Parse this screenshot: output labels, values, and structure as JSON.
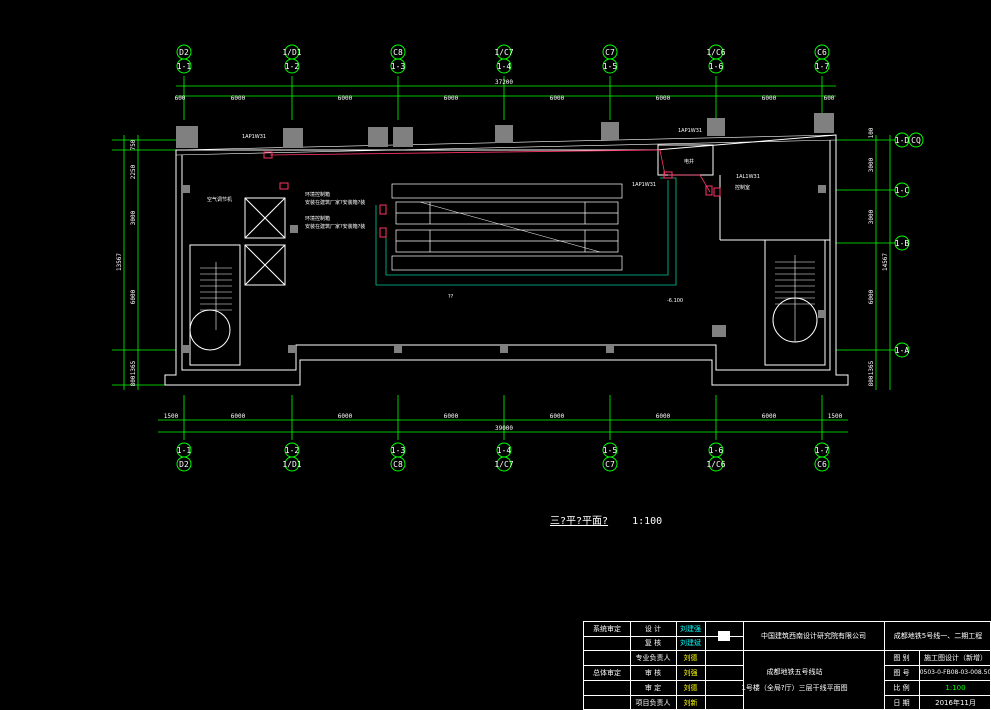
{
  "drawing": {
    "title": "三?平?平面?",
    "scale": "1:100",
    "overall_top_dim": "37200",
    "overall_bottom_dim": "39000",
    "overall_left_dim": "13567",
    "overall_right_dim": "14567",
    "top_dims": [
      "600",
      "6000",
      "6000",
      "6000",
      "6000",
      "6000",
      "6000",
      "600"
    ],
    "bottom_dims": [
      "1500",
      "6000",
      "6000",
      "6000",
      "6000",
      "6000",
      "6000",
      "1500"
    ],
    "left_dims": [
      "750",
      "2250",
      "3000",
      "6000",
      "1365",
      "800"
    ],
    "right_dims": [
      "100",
      "3000",
      "3000",
      "6000",
      "1365",
      "800"
    ],
    "axes_top": [
      {
        "upper": "D2",
        "lower": "1-1"
      },
      {
        "upper": "1/D1",
        "lower": "1-2"
      },
      {
        "upper": "C8",
        "lower": "1-3"
      },
      {
        "upper": "1/C7",
        "lower": "1-4"
      },
      {
        "upper": "C7",
        "lower": "1-5"
      },
      {
        "upper": "1/C6",
        "lower": "1-6"
      },
      {
        "upper": "C6",
        "lower": "1-7"
      }
    ],
    "axes_bottom": [
      {
        "upper": "1-1",
        "lower": "D2"
      },
      {
        "upper": "1-2",
        "lower": "1/D1"
      },
      {
        "upper": "1-3",
        "lower": "C8"
      },
      {
        "upper": "1-4",
        "lower": "1/C7"
      },
      {
        "upper": "1-5",
        "lower": "C7"
      },
      {
        "upper": "1-6",
        "lower": "1/C6"
      },
      {
        "upper": "1-7",
        "lower": "C6"
      }
    ],
    "axes_right": [
      "1-D",
      "CQ",
      "1-C",
      "1-B",
      "1-A"
    ],
    "labels": {
      "panel_1": "1AP1W31",
      "panel_2": "1AP1W31",
      "panel_3": "1AP1W31",
      "panel_4": "1AL1W31",
      "equip_1": "环境控制箱",
      "equip_1b": "安装在建筑厂家?安装箱?装",
      "equip_2": "环境控制箱",
      "equip_2b": "安装在建筑厂家?安装箱?装",
      "room_left": "空气调节机",
      "room_right": "控制室",
      "room_small": "电井",
      "center": "??",
      "level": "-6.100"
    }
  },
  "title_block": {
    "r1": [
      "系统审定",
      "设  计",
      "刘建强"
    ],
    "r2": [
      "",
      "复  核",
      "刘建斌"
    ],
    "r3": [
      "",
      "专业负责人",
      "刘德"
    ],
    "r4": [
      "总体审定",
      "审  核",
      "刘强"
    ],
    "r5": [
      "",
      "审  定",
      "刘德"
    ],
    "r6": [
      "",
      "项目负责人",
      "刘新"
    ],
    "company": "中国建筑西南设计研究院有限公司",
    "project": "成都地铁5号线一、二期工程",
    "drawing_name_1": "成都地铁五号线站",
    "drawing_name_2": "1号楼（全局?厅）三层干线平面图",
    "stage_label": "图  别",
    "stage_value": "施工图设计（新增）",
    "no_label": "图  号",
    "no_value": "0503-0-FB08-03-008.50",
    "scale_label": "比  例",
    "scale_value": "1:100",
    "date_label": "日  期",
    "date_value": "2016年11月"
  }
}
